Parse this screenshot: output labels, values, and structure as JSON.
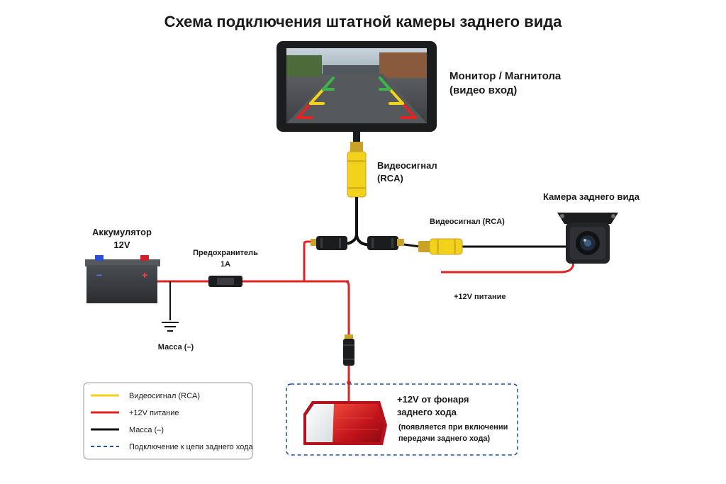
{
  "title": "Схема подключения штатной камеры заднего вида",
  "monitor": {
    "line1": "Монитор / Магнитола",
    "line2": "(видео вход)"
  },
  "video_signal_main": {
    "line1": "Видеосигнал",
    "line2": "(RCA)"
  },
  "camera": {
    "label": "Камера заднего вида"
  },
  "video_signal_camera": "Видеосигнал (RCA)",
  "camera_power": "+12V питание",
  "battery": {
    "line1": "Аккумулятор",
    "line2": "12V",
    "minus": "−",
    "plus": "+"
  },
  "fuse": {
    "line1": "Предохранитель",
    "line2": "1А"
  },
  "ground": "Масса (–)",
  "reverse_lamp": {
    "line1": "+12V от фонаря",
    "line2": "заднего хода",
    "note1": "(появляется при включении",
    "note2": "передачи заднего хода)"
  },
  "legend": [
    {
      "label": "Видеосигнал (RCA)",
      "color": "#f2d21b",
      "style": "solid"
    },
    {
      "label": "+12V питание",
      "color": "#e02424",
      "style": "solid"
    },
    {
      "label": "Масса (–)",
      "color": "#111111",
      "style": "solid"
    },
    {
      "label": "Подключение к цепи заднего хода",
      "color": "#1f4e9a",
      "style": "dashed"
    }
  ],
  "colors": {
    "video": "#f2d21b",
    "power": "#e02424",
    "ground": "#111111",
    "reverse_circuit": "#1f4e9a"
  }
}
